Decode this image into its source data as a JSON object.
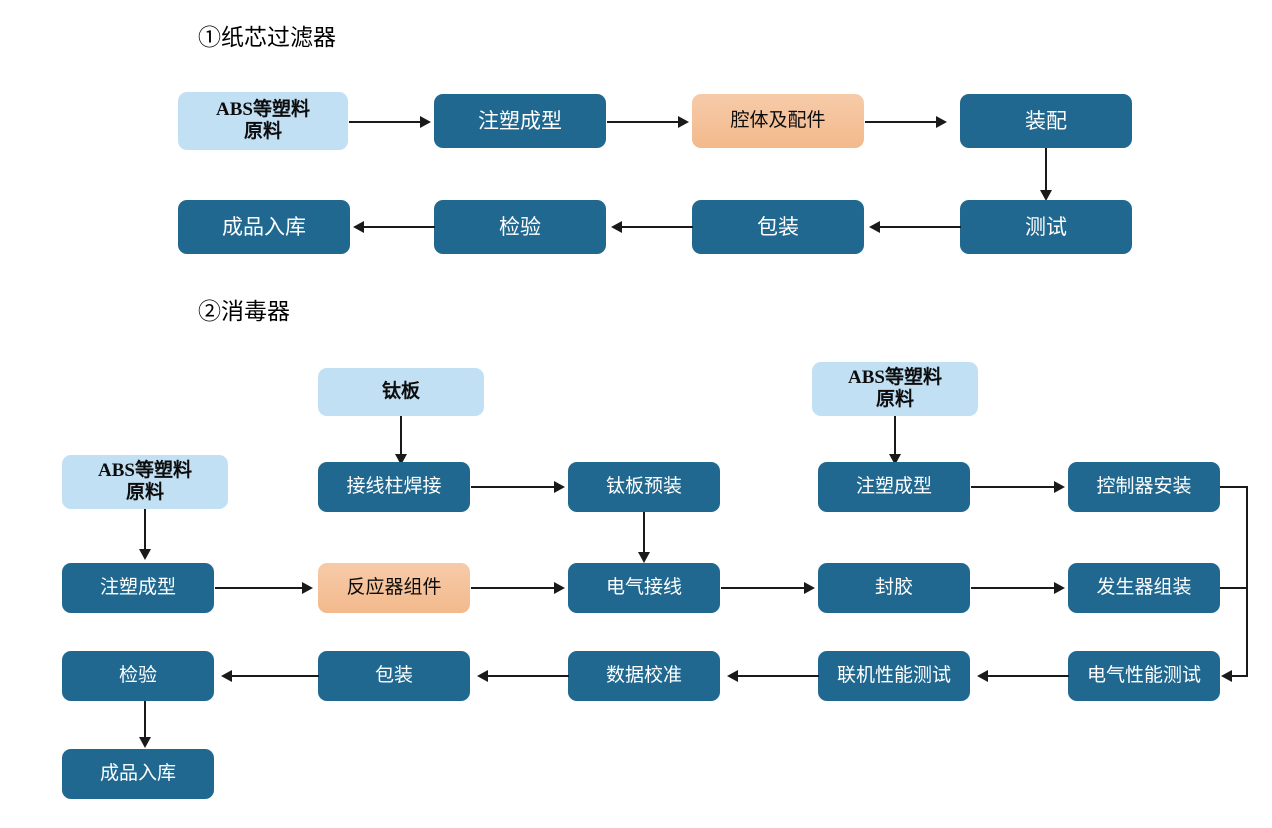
{
  "page": {
    "background": "#ffffff",
    "colors": {
      "process_fill": "#20688F",
      "process_text": "#ffffff",
      "material_fill": "#C2E0F4",
      "material_text": "#0d0d0d",
      "sub_assembly_fill": "#F3B98C",
      "sub_assembly_text": "#0d0d0d",
      "connector": "#1a1a1a"
    }
  },
  "sections": [
    {
      "id": "section-1",
      "title": "①纸芯过滤器",
      "nodes": [
        {
          "id": "s1-abs",
          "label": "ABS等塑料\n原料",
          "type": "material"
        },
        {
          "id": "s1-injection",
          "label": "注塑成型",
          "type": "process"
        },
        {
          "id": "s1-cavity",
          "label": "腔体及配件",
          "type": "sub"
        },
        {
          "id": "s1-assembly",
          "label": "装配",
          "type": "process"
        },
        {
          "id": "s1-test",
          "label": "测试",
          "type": "process"
        },
        {
          "id": "s1-packing",
          "label": "包装",
          "type": "process"
        },
        {
          "id": "s1-inspect",
          "label": "检验",
          "type": "process"
        },
        {
          "id": "s1-storage",
          "label": "成品入库",
          "type": "process"
        }
      ]
    },
    {
      "id": "section-2",
      "title": "②消毒器",
      "nodes": [
        {
          "id": "s2-titanium",
          "label": "钛板",
          "type": "material"
        },
        {
          "id": "s2-abs-right",
          "label": "ABS等塑料\n原料",
          "type": "material"
        },
        {
          "id": "s2-abs-left",
          "label": "ABS等塑料\n原料",
          "type": "material"
        },
        {
          "id": "s2-terminal",
          "label": "接线柱焊接",
          "type": "process"
        },
        {
          "id": "s2-ti-preasm",
          "label": "钛板预装",
          "type": "process"
        },
        {
          "id": "s2-injection2",
          "label": "注塑成型",
          "type": "process"
        },
        {
          "id": "s2-controller",
          "label": "控制器安装",
          "type": "process"
        },
        {
          "id": "s2-injection1",
          "label": "注塑成型",
          "type": "process"
        },
        {
          "id": "s2-reactor",
          "label": "反应器组件",
          "type": "sub"
        },
        {
          "id": "s2-wiring",
          "label": "电气接线",
          "type": "process"
        },
        {
          "id": "s2-sealing",
          "label": "封胶",
          "type": "process"
        },
        {
          "id": "s2-generator",
          "label": "发生器组装",
          "type": "process"
        },
        {
          "id": "s2-inspect",
          "label": "检验",
          "type": "process"
        },
        {
          "id": "s2-packing",
          "label": "包装",
          "type": "process"
        },
        {
          "id": "s2-calib",
          "label": "数据校准",
          "type": "process"
        },
        {
          "id": "s2-online",
          "label": "联机性能测试",
          "type": "process"
        },
        {
          "id": "s2-elec",
          "label": "电气性能测试",
          "type": "process"
        },
        {
          "id": "s2-storage",
          "label": "成品入库",
          "type": "process"
        }
      ]
    }
  ]
}
